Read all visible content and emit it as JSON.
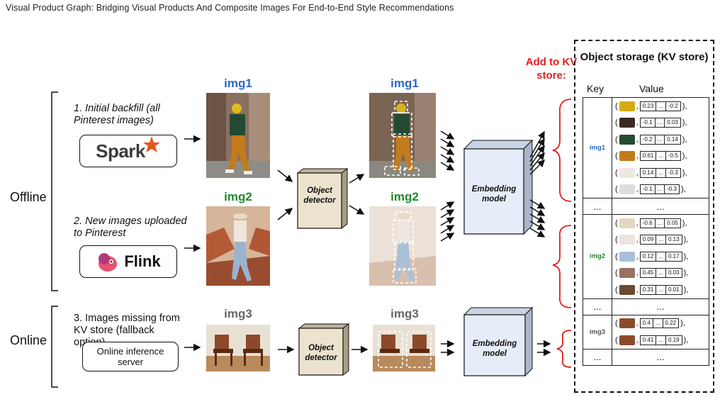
{
  "header": "Visual Product Graph: Bridging Visual Products And Composite Images For End-to-End Style Recommendations",
  "stages": {
    "offline": "Offline",
    "online": "Online"
  },
  "steps": {
    "s1": "1. Initial backfill (all Pinterest images)",
    "s2": "2. New images uploaded to Pinterest",
    "s3": "3. Images missing from KV store (fallback option)"
  },
  "logos": {
    "spark": "Spark",
    "flink": "Flink",
    "server": "Online inference server"
  },
  "images": {
    "img1": "img1",
    "img2": "img2",
    "img3": "img3"
  },
  "colors": {
    "img1": "#2b66c3",
    "img2": "#1f8a2a",
    "img3": "#666666",
    "add": "#e0201c"
  },
  "boxes": {
    "detector": "Object detector",
    "embedding": "Embedding model"
  },
  "add_to_kv": "Add to KV store:",
  "kv": {
    "title": "Object storage (KV store)",
    "key_header": "Key",
    "value_header": "Value",
    "ellipsis": "…",
    "dots": "...",
    "img1": [
      [
        "0.23",
        "-0.2"
      ],
      [
        "-0.1",
        "0.03"
      ],
      [
        "-0.2",
        "0.14"
      ],
      [
        "0.61",
        "-0.5"
      ],
      [
        "0.14",
        "-0.3"
      ],
      [
        "-0.1",
        "-0.3"
      ]
    ],
    "img2": [
      [
        "-0.6",
        "0.05"
      ],
      [
        "0.09",
        "0.13"
      ],
      [
        "0.12",
        "0.17"
      ],
      [
        "0.45",
        "0.03"
      ],
      [
        "0.31",
        "0.01"
      ]
    ],
    "img3": [
      [
        "0.4",
        "0.22"
      ],
      [
        "0.41",
        "0.19"
      ]
    ]
  }
}
